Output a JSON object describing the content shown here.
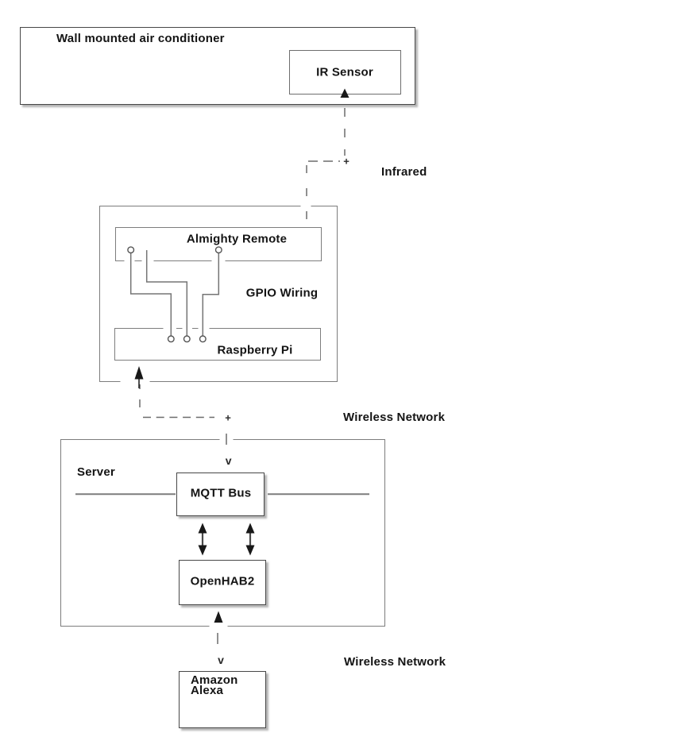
{
  "diagram": {
    "nodes": {
      "wall_ac": {
        "label": "Wall mounted air conditioner"
      },
      "ir_sensor": {
        "label": "IR Sensor"
      },
      "gpio_unit": {
        "label": "GPIO Wiring"
      },
      "almighty_remote": {
        "label": "Almighty Remote"
      },
      "raspberry_pi": {
        "label": "Raspberry Pi"
      },
      "server": {
        "label": "Server"
      },
      "mqtt_bus": {
        "label": "MQTT Bus"
      },
      "openhab2": {
        "label": "OpenHAB2"
      },
      "amazon_alexa": {
        "label": "Amazon Alexa"
      }
    },
    "connectors": {
      "infrared": {
        "label": "Infrared",
        "midpoint_marker": "+"
      },
      "wireless_top": {
        "label": "Wireless Network",
        "midpoint_marker": "+",
        "endpoint_marker": "v"
      },
      "wireless_bottom": {
        "label": "Wireless Network",
        "endpoint_marker": "v"
      }
    },
    "colors": {
      "background": "#ffffff",
      "box_border_dark": "#474747",
      "box_border_gray": "#7d7d7d",
      "wire": "#757575",
      "dashed_line": "#6b6b6b",
      "arrow": "#181818",
      "text": "#141414"
    }
  }
}
